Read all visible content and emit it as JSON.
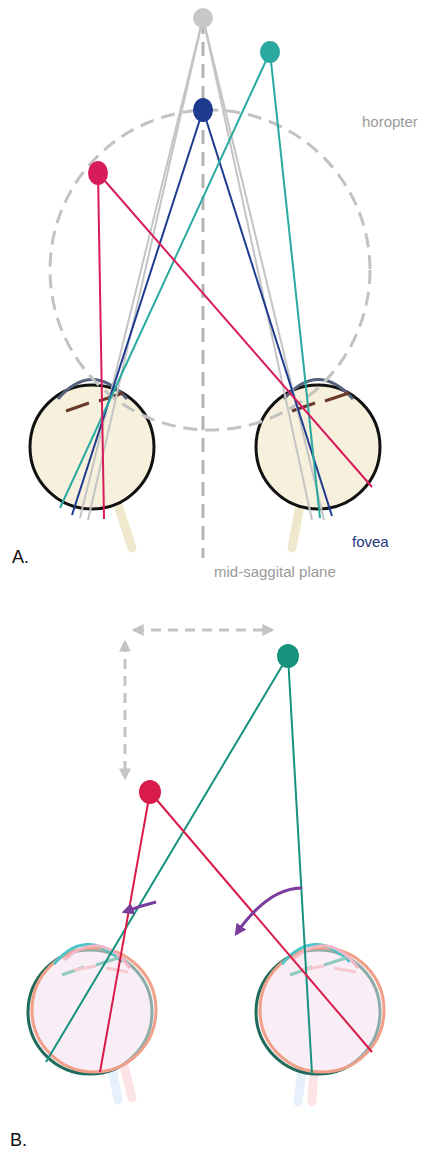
{
  "diagram": {
    "labels": [
      "horopter",
      "fovea",
      "mid-saggital plane",
      "A.",
      "B."
    ]
  }
}
